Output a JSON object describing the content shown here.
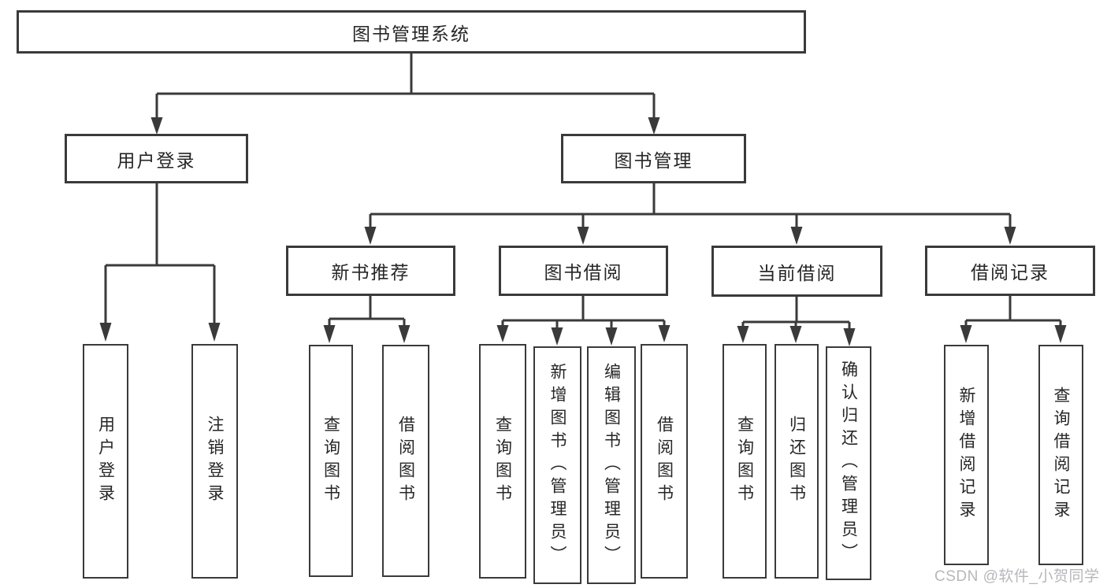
{
  "colors": {
    "line": "#3a3a3a",
    "text": "#262626",
    "background": "#ffffff",
    "watermark": "#b7b7bc"
  },
  "watermark": {
    "text": "CSDN @软件_小贺同学"
  },
  "tree": {
    "label": "图书管理系统",
    "children": [
      {
        "label": "用户登录",
        "children": [
          {
            "label": "用户登录"
          },
          {
            "label": "注销登录"
          }
        ]
      },
      {
        "label": "图书管理",
        "children": [
          {
            "label": "新书推荐",
            "children": [
              {
                "label": "查询图书"
              },
              {
                "label": "借阅图书"
              }
            ]
          },
          {
            "label": "图书借阅",
            "children": [
              {
                "label": "查询图书"
              },
              {
                "label": "新增图书（管理员）"
              },
              {
                "label": "编辑图书（管理员）"
              },
              {
                "label": "借阅图书"
              }
            ]
          },
          {
            "label": "当前借阅",
            "children": [
              {
                "label": "查询图书"
              },
              {
                "label": "归还图书"
              },
              {
                "label": "确认归还（管理员）"
              }
            ]
          },
          {
            "label": "借阅记录",
            "children": [
              {
                "label": "新增借阅记录"
              },
              {
                "label": "查询借阅记录"
              }
            ]
          }
        ]
      }
    ]
  }
}
